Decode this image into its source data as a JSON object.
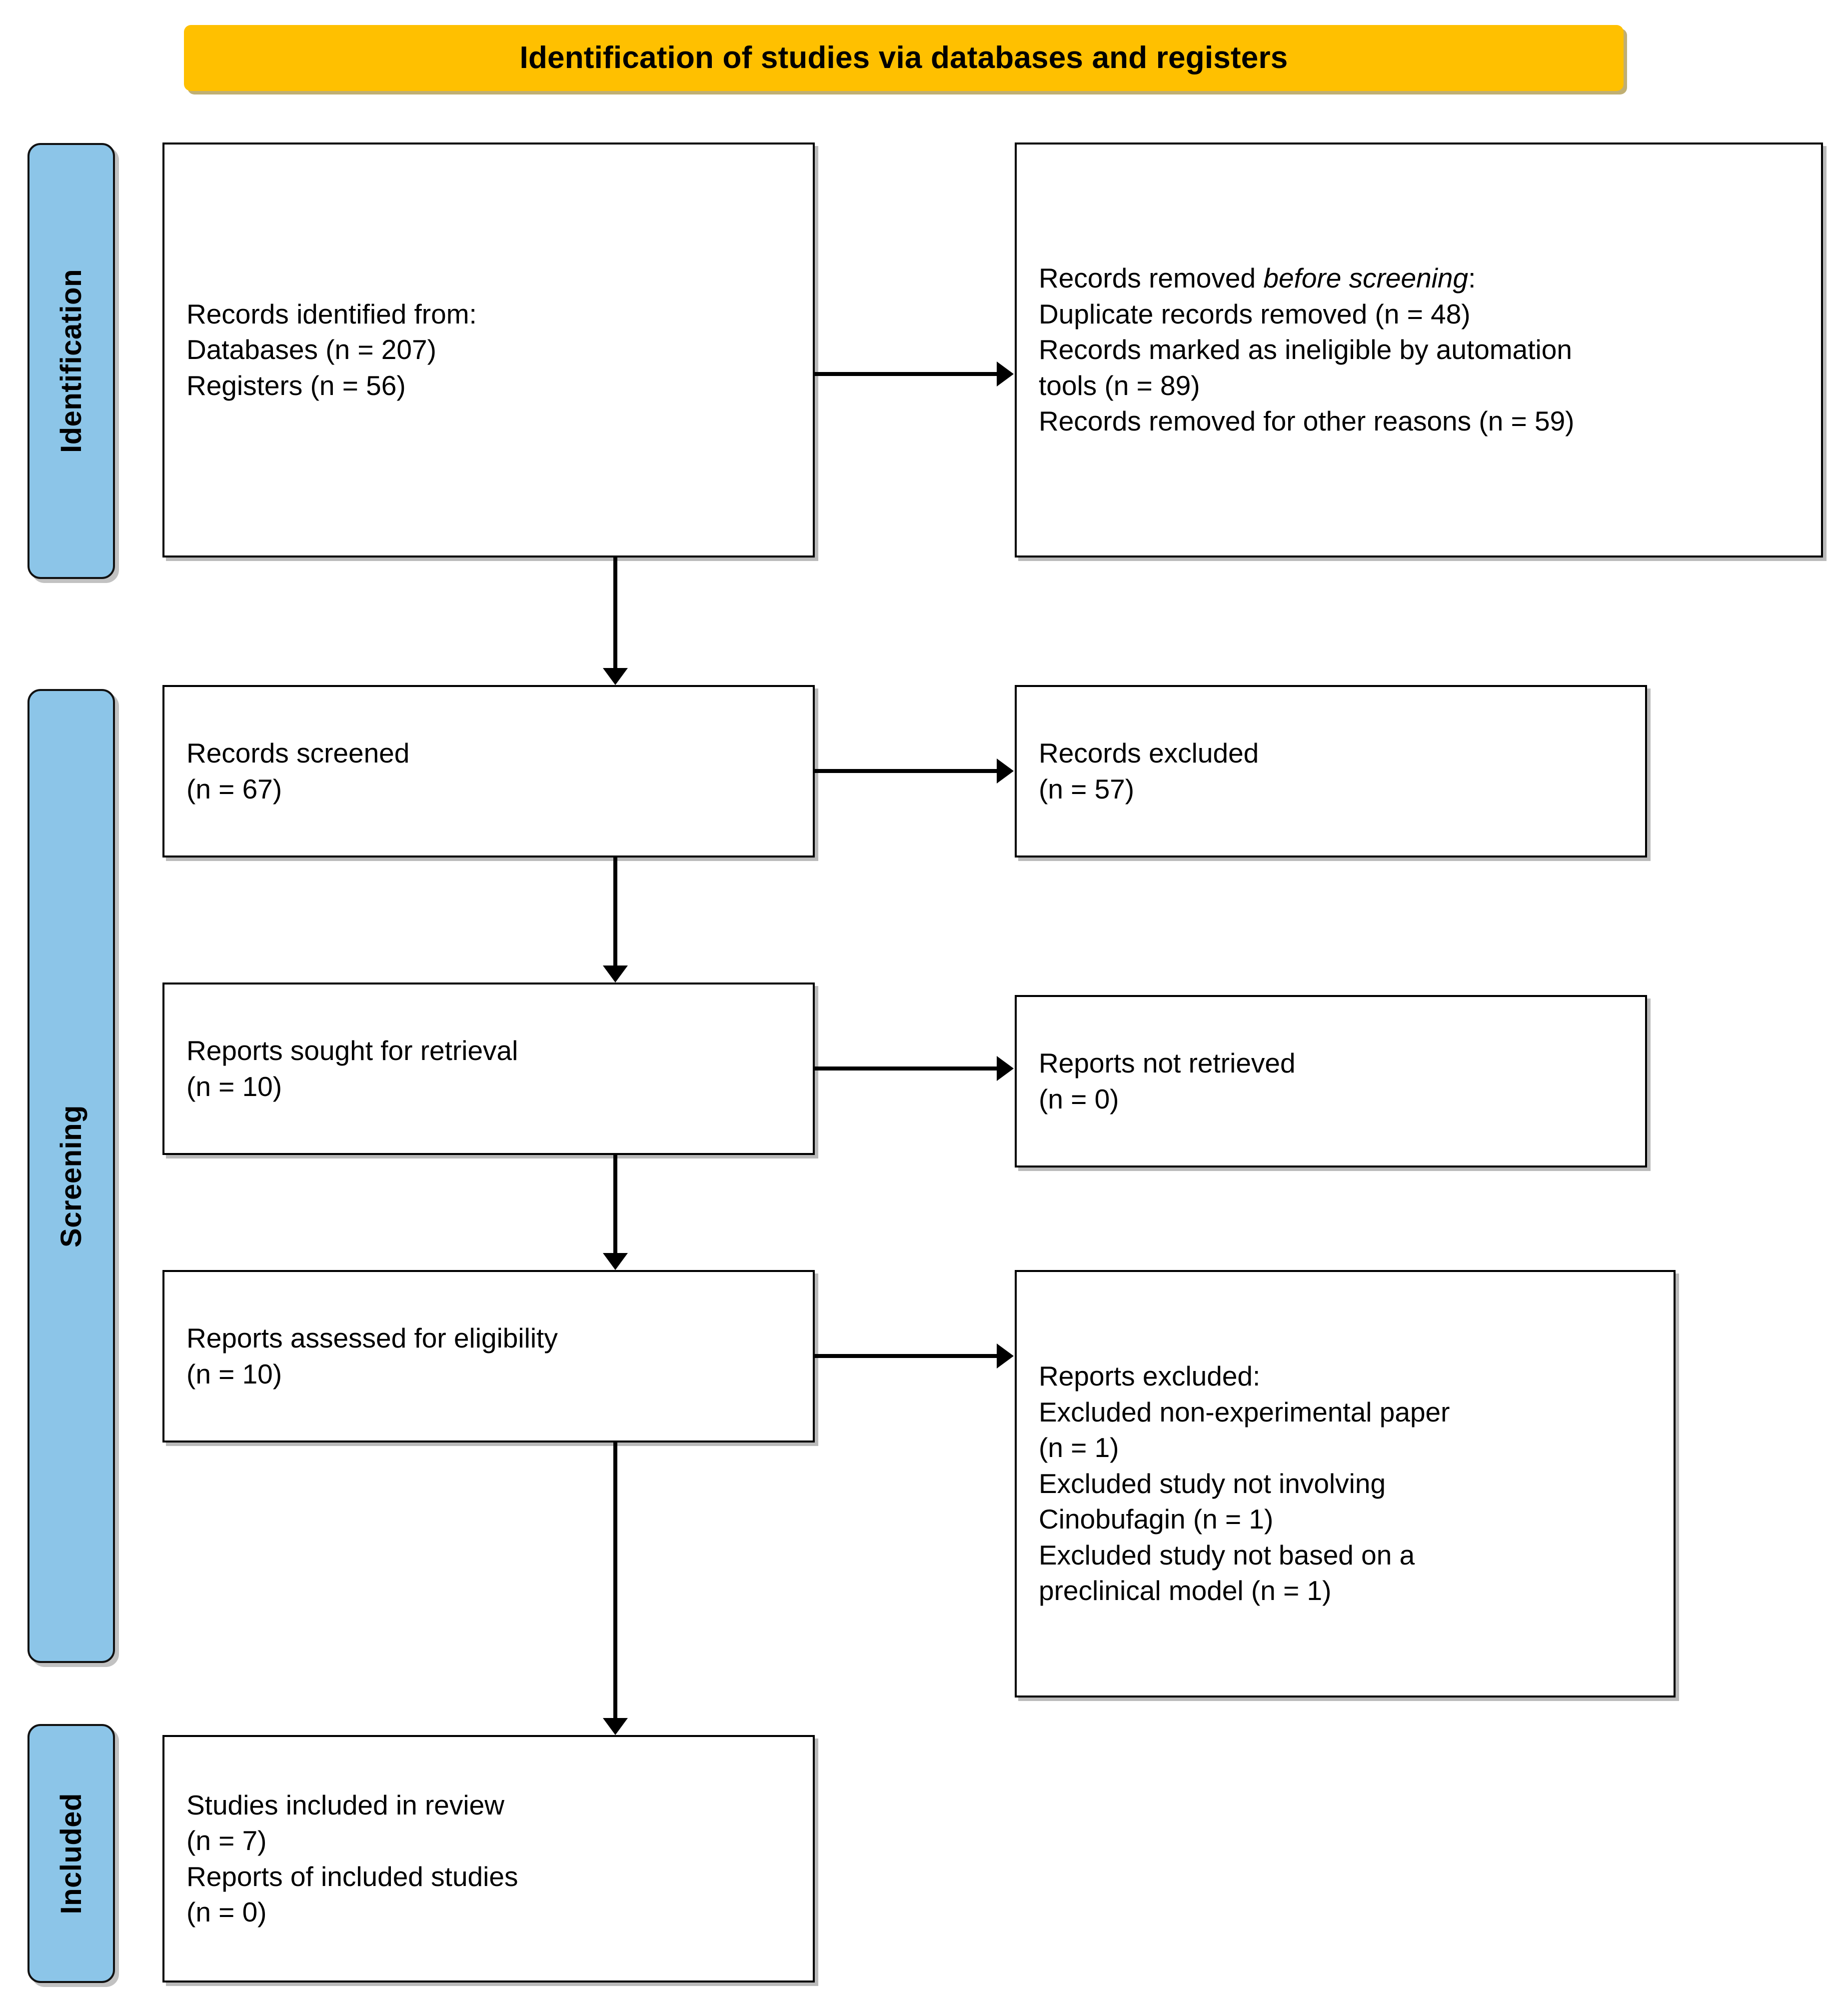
{
  "header": {
    "title": "Identification of studies via databases and registers",
    "background_color": "#FFC000"
  },
  "stages": {
    "identification": "Identification",
    "screening": "Screening",
    "included": "Included",
    "background_color": "#8CC5E8"
  },
  "boxes": {
    "identified": {
      "line1": "Records identified from:",
      "line2": "Databases (n = 207)",
      "line3": "Registers (n = 56)"
    },
    "removed_before_screening": {
      "heading_prefix": "Records removed ",
      "heading_emphasis": "before screening",
      "heading_suffix": ":",
      "line2": "Duplicate records removed  (n = 48)",
      "line3": "Records marked as ineligible by automation",
      "line4": "tools (n = 89)",
      "line5": "Records removed for other reasons (n = 59)"
    },
    "records_screened": {
      "line1": "Records screened",
      "line2": "(n = 67)"
    },
    "records_excluded": {
      "line1": "Records excluded",
      "line2": "(n = 57)"
    },
    "reports_sought": {
      "line1": "Reports sought for retrieval",
      "line2": "(n = 10)"
    },
    "reports_not_retrieved": {
      "line1": "Reports not retrieved",
      "line2": "(n = 0)"
    },
    "reports_assessed": {
      "line1": "Reports assessed for eligibility",
      "line2": "(n = 10)"
    },
    "reports_excluded": {
      "line1": "Reports excluded:",
      "line2": "Excluded non-experimental paper",
      "line3": "(n = 1)",
      "line4": "Excluded study not involving",
      "line5": "Cinobufagin (n = 1)",
      "line6": "Excluded study not based on a",
      "line7": "preclinical model (n = 1)"
    },
    "studies_included": {
      "line1": "Studies included in review",
      "line2": "(n = 7)",
      "line3": "Reports of included studies",
      "line4": "(n = 0)"
    }
  },
  "chart_data": {
    "type": "diagram",
    "title": "Identification of studies via databases and registers",
    "diagram_kind": "PRISMA 2020 flow diagram",
    "stages": [
      "Identification",
      "Screening",
      "Included"
    ],
    "nodes": [
      {
        "id": "identified",
        "stage": "Identification",
        "column": "left",
        "label": "Records identified from: Databases (n = 207); Registers (n = 56)",
        "counts": {
          "databases": 207,
          "registers": 56
        }
      },
      {
        "id": "removed_before_screening",
        "stage": "Identification",
        "column": "right",
        "label": "Records removed before screening",
        "counts": {
          "duplicate_records_removed": 48,
          "marked_ineligible_by_automation_tools": 89,
          "removed_for_other_reasons": 59
        }
      },
      {
        "id": "records_screened",
        "stage": "Screening",
        "column": "left",
        "label": "Records screened",
        "counts": {
          "n": 67
        }
      },
      {
        "id": "records_excluded",
        "stage": "Screening",
        "column": "right",
        "label": "Records excluded",
        "counts": {
          "n": 57
        }
      },
      {
        "id": "reports_sought",
        "stage": "Screening",
        "column": "left",
        "label": "Reports sought for retrieval",
        "counts": {
          "n": 10
        }
      },
      {
        "id": "reports_not_retrieved",
        "stage": "Screening",
        "column": "right",
        "label": "Reports not retrieved",
        "counts": {
          "n": 0
        }
      },
      {
        "id": "reports_assessed",
        "stage": "Screening",
        "column": "left",
        "label": "Reports assessed for eligibility",
        "counts": {
          "n": 10
        }
      },
      {
        "id": "reports_excluded",
        "stage": "Screening",
        "column": "right",
        "label": "Reports excluded",
        "counts": {
          "non_experimental_paper": 1,
          "not_involving_cinobufagin": 1,
          "not_preclinical_model": 1
        }
      },
      {
        "id": "studies_included",
        "stage": "Included",
        "column": "left",
        "label": "Studies included in review; Reports of included studies",
        "counts": {
          "studies_included_in_review": 7,
          "reports_of_included_studies": 0
        }
      }
    ],
    "edges": [
      {
        "from": "identified",
        "to": "removed_before_screening",
        "direction": "right"
      },
      {
        "from": "identified",
        "to": "records_screened",
        "direction": "down"
      },
      {
        "from": "records_screened",
        "to": "records_excluded",
        "direction": "right"
      },
      {
        "from": "records_screened",
        "to": "reports_sought",
        "direction": "down"
      },
      {
        "from": "reports_sought",
        "to": "reports_not_retrieved",
        "direction": "right"
      },
      {
        "from": "reports_sought",
        "to": "reports_assessed",
        "direction": "down"
      },
      {
        "from": "reports_assessed",
        "to": "reports_excluded",
        "direction": "right"
      },
      {
        "from": "reports_assessed",
        "to": "studies_included",
        "direction": "down"
      }
    ]
  }
}
